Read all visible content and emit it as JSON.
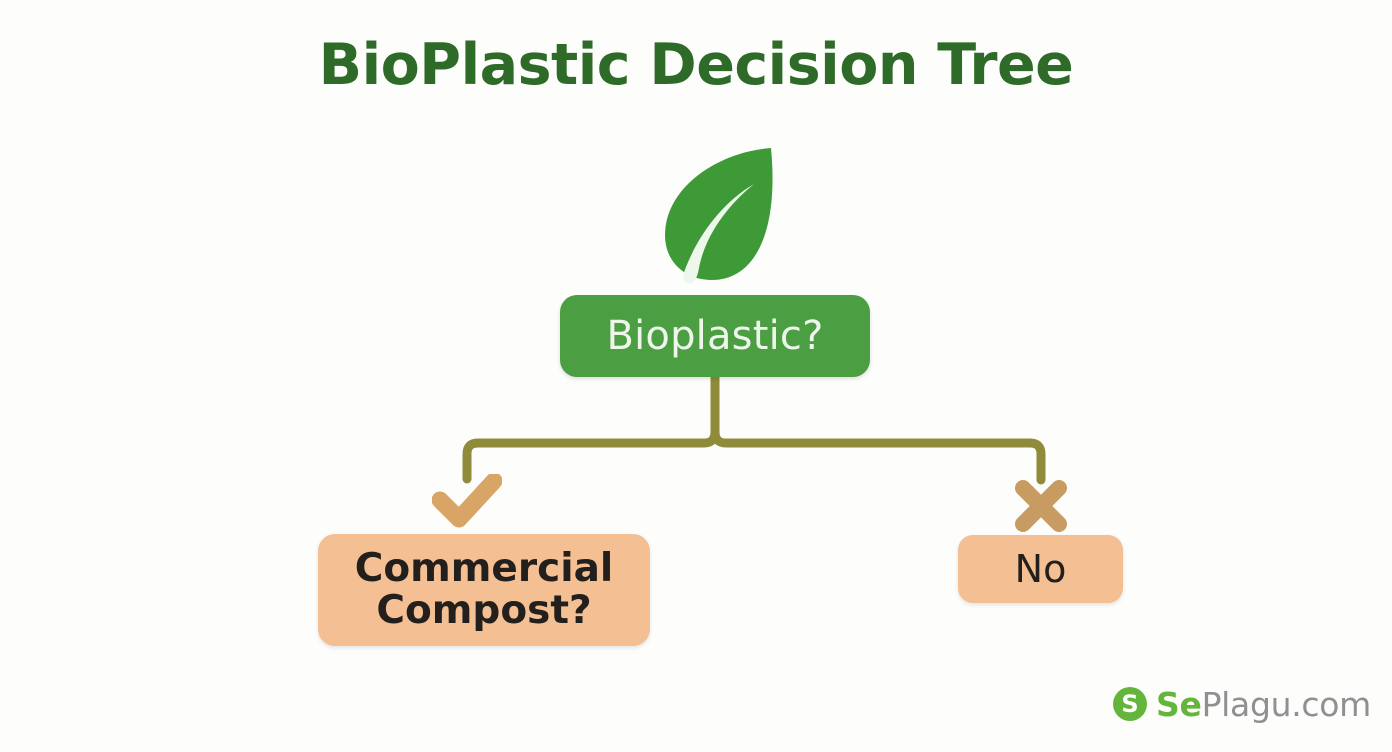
{
  "page": {
    "title": "BioPlastic Decision Tree",
    "background_color": "#fdfdfc",
    "title_color": "#2f6b28"
  },
  "colors": {
    "root_node_bg": "#4b9e42",
    "root_node_text": "#eef6ec",
    "leaf_node_bg": "#f3bf93",
    "leaf_node_text": "#231f1c",
    "connector": "#8f8b3a",
    "yes_mark": "#d9a566",
    "no_mark": "#c89b62",
    "leaf_icon": "#3d9a37"
  },
  "icons": {
    "leaf": "leaf-icon",
    "yes_branch": "check-icon",
    "no_branch": "cross-icon"
  },
  "diagram": {
    "type": "decision-tree",
    "root": {
      "id": "bioplastic",
      "label": "Bioplastic?",
      "shape": "rounded-rect",
      "fill": "#4b9e42",
      "text_color": "#eef6ec"
    },
    "branches": [
      {
        "id": "yes-branch",
        "mark": "check",
        "mark_color": "#d9a566",
        "target": {
          "id": "commercial-compost",
          "label": "Commercial\nCompost?",
          "shape": "rounded-rect",
          "fill": "#f3bf93",
          "text_color": "#231f1c"
        }
      },
      {
        "id": "no-branch",
        "mark": "cross",
        "mark_color": "#c89b62",
        "target": {
          "id": "no",
          "label": "No",
          "shape": "rounded-rect",
          "fill": "#f3bf93",
          "text_color": "#231f1c"
        }
      }
    ]
  },
  "watermark": {
    "badge_letter": "S",
    "brand_primary": "Se",
    "brand_secondary": "Plagu.com"
  }
}
